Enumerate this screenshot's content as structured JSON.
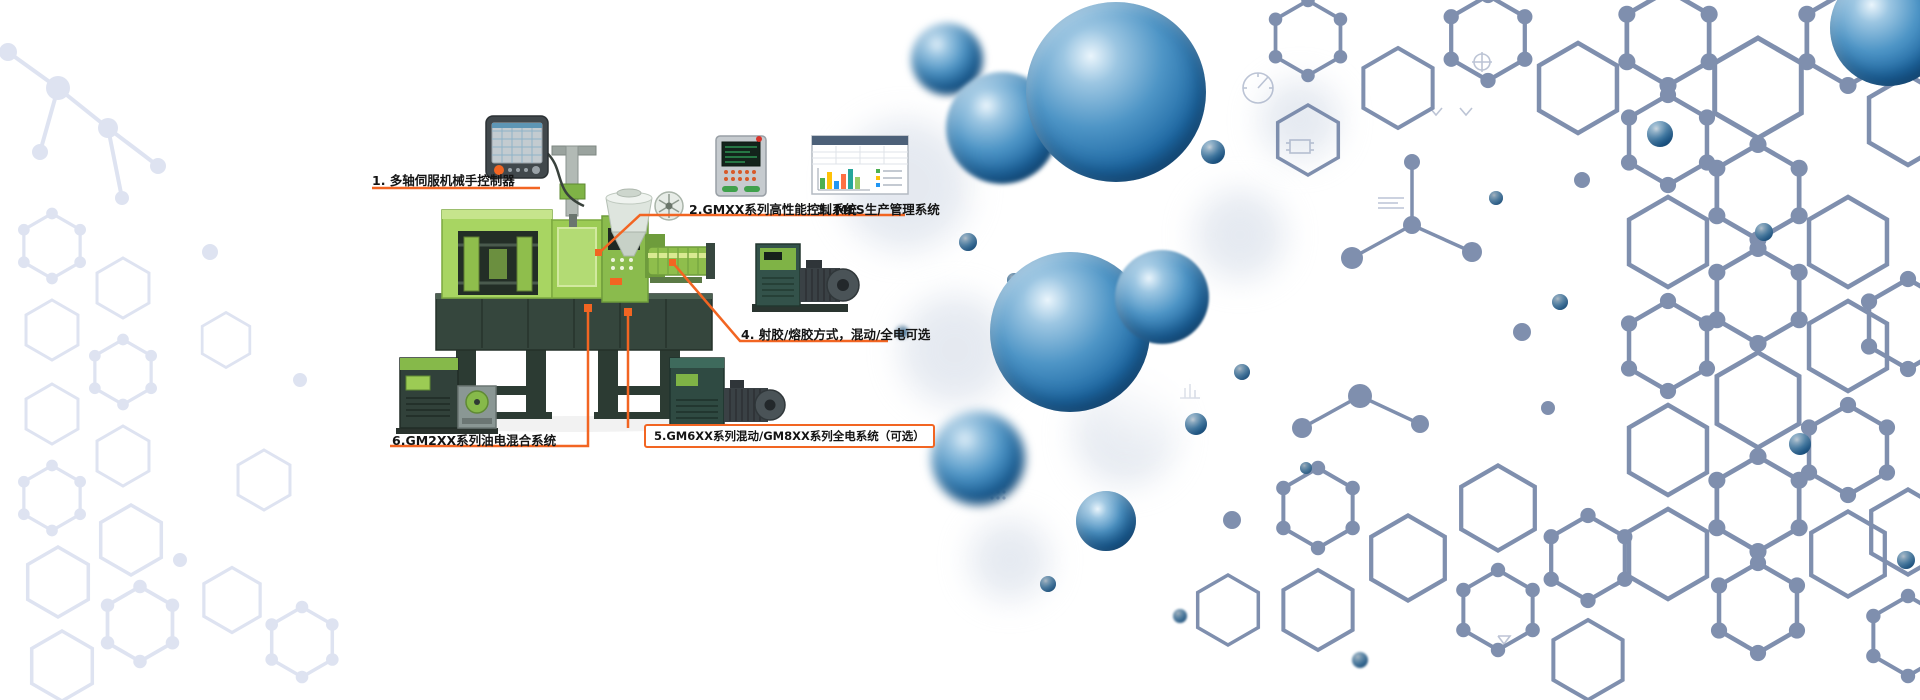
{
  "callouts": [
    {
      "id": "1",
      "label": "1. 多轴伺服机械手控制器"
    },
    {
      "id": "2",
      "label": "2.GMXX系列高性能控制系统"
    },
    {
      "id": "3",
      "label": "3. MES生产管理系统"
    },
    {
      "id": "4",
      "label": "4. 射胶/熔胶方式，混动/全电可选"
    },
    {
      "id": "5",
      "label": "5.GM6XX系列混动/GM8XX系列全电系统（可选）"
    },
    {
      "id": "6",
      "label": "6.GM2XX系列油电混合系统"
    }
  ],
  "colors": {
    "accent_orange": "#F26522",
    "machine_green": "#9CCB54",
    "machine_dark": "#35463D",
    "sphere_blue": "#1F6AA5",
    "molecule_slate": "#7183A5",
    "molecule_light": "#DEE3F1"
  },
  "mes_panel": {
    "bars": [
      38,
      62,
      30,
      55,
      70,
      44
    ],
    "bar_colors": [
      "#4CAF50",
      "#FFC107",
      "#2196F3",
      "#FF7043",
      "#26A69A",
      "#9CCC65"
    ]
  }
}
